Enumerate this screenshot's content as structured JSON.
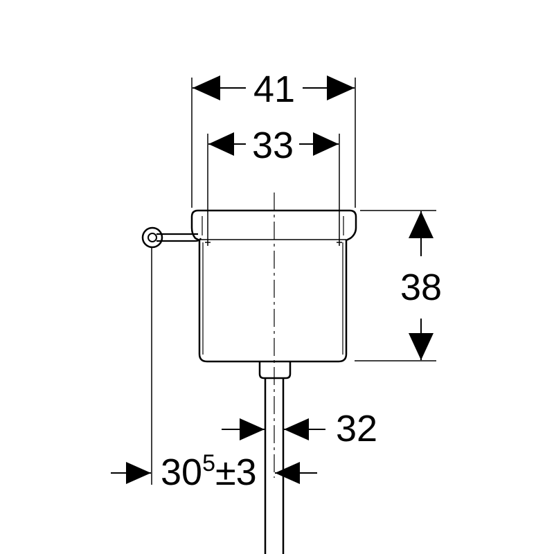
{
  "dimensions": {
    "overall_width": "41",
    "inner_width": "33",
    "height": "38",
    "outlet_diameter": "32",
    "offset_main": "30",
    "offset_superscript": "5",
    "offset_tolerance": "±3"
  },
  "colors": {
    "line": "#000000",
    "background": "#ffffff"
  }
}
